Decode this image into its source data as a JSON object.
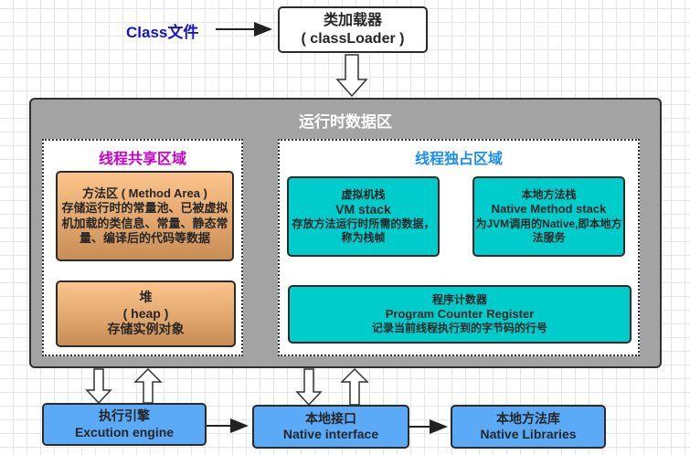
{
  "source": {
    "label": "Class文件",
    "color": "#1414c8"
  },
  "class_loader": {
    "line1": "类加载器",
    "line2": "( classLoader )"
  },
  "runtime_area": {
    "title": "运行时数据区",
    "shared_region": {
      "title": "线程共享区域",
      "title_color": "#cc00cc",
      "method_area": {
        "line1": "方法区 ( Method  Area )",
        "line2": "存储运行时的常量池、已被虚拟机加载的类信息、常量、静态常量、编译后的代码等数据"
      },
      "heap": {
        "line1": "堆",
        "line2": "( heap )",
        "line3": "存储实例对象"
      }
    },
    "private_region": {
      "title": "线程独占区域",
      "title_color": "#1a8cff",
      "vm_stack": {
        "line1": "虚拟机栈",
        "line2": "VM stack",
        "line3": "存放方法运行时所需的数据，称为栈帧"
      },
      "native_method_stack": {
        "line1": "本地方法栈",
        "line2": "Native Method stack",
        "line3": "为JVM调用的Native,即本地方法服务"
      },
      "pc_register": {
        "line1": "程序计数器",
        "line2": "Program  Counter  Register",
        "line3": "记录当前线程执行到的字节码的行号"
      }
    }
  },
  "bottom": {
    "execution_engine": {
      "line1": "执行引擎",
      "line2": "Excution  engine"
    },
    "native_interface": {
      "line1": "本地接口",
      "line2": "Native interface"
    },
    "native_libraries": {
      "line1": "本地方法库",
      "line2": "Native Libraries"
    }
  }
}
